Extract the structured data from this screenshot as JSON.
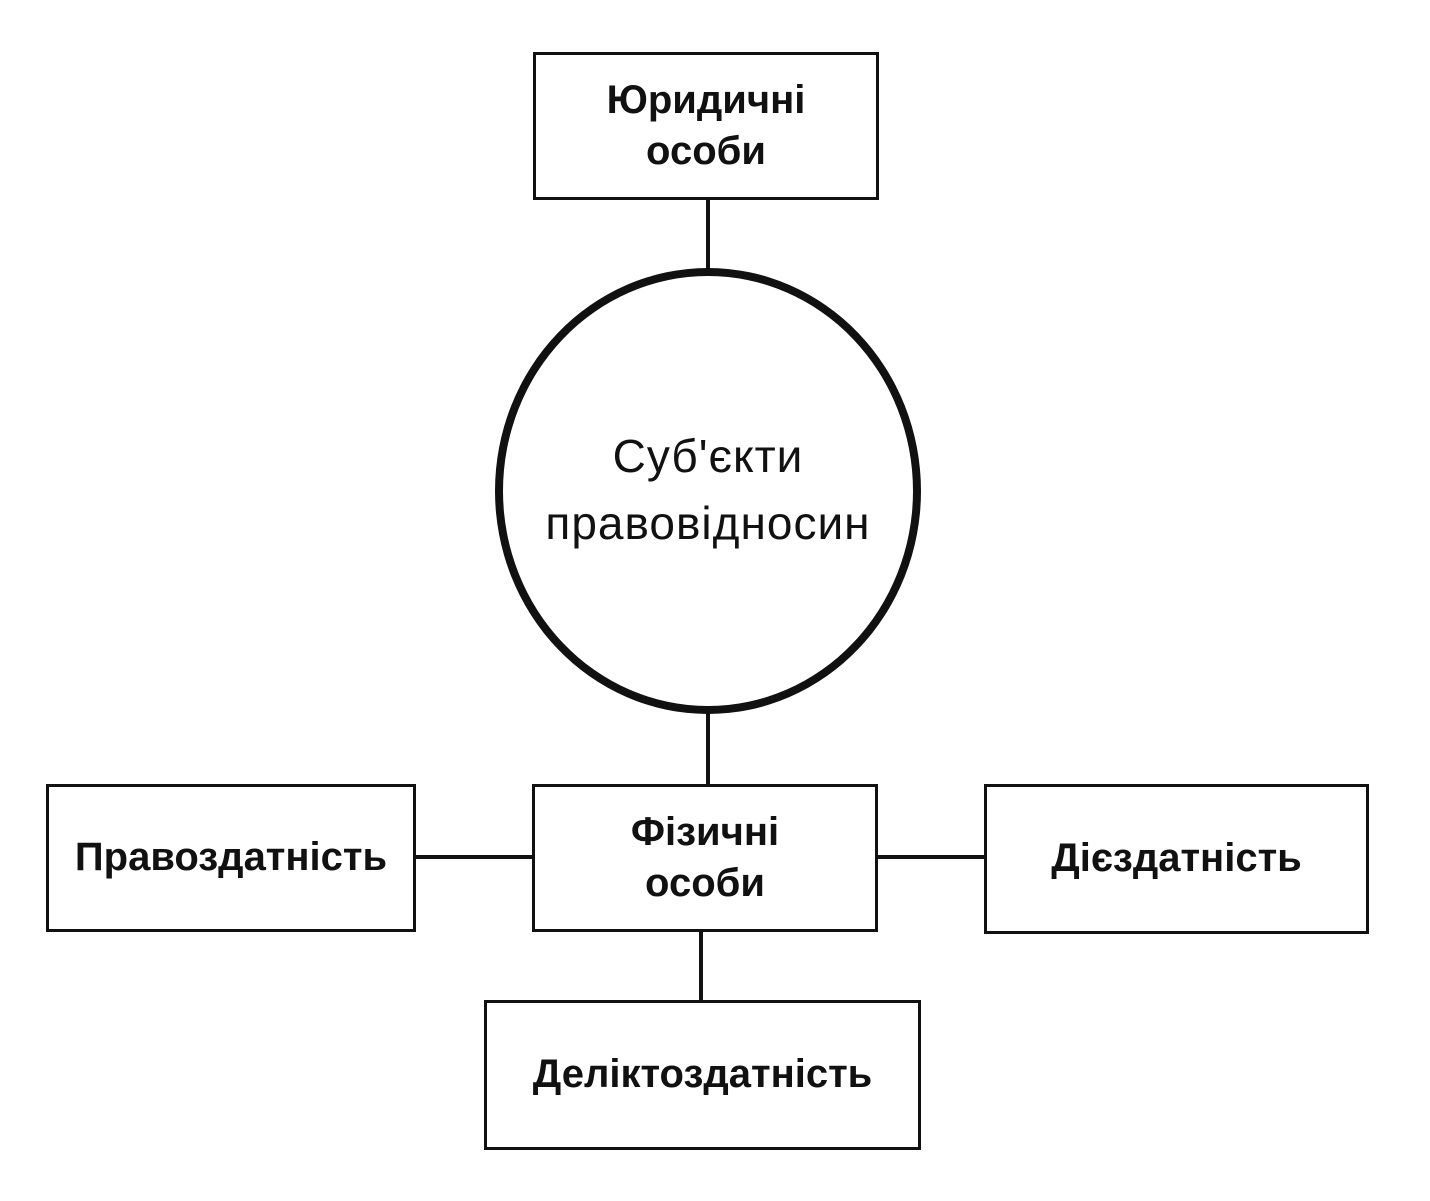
{
  "diagram": {
    "center": {
      "line1": "Суб'єкти",
      "line2": "правовідносин"
    },
    "legal_entities": {
      "line1": "Юридичні",
      "line2": "особи"
    },
    "natural_persons": {
      "line1": "Фізичні",
      "line2": "особи"
    },
    "legal_capacity": {
      "label": "Правоздатність"
    },
    "active_capacity": {
      "label": "Дієздатність"
    },
    "tort_capacity": {
      "label": "Деліктоздатність"
    },
    "colors": {
      "line": "#111111",
      "background": "#ffffff",
      "text": "#111111"
    }
  }
}
